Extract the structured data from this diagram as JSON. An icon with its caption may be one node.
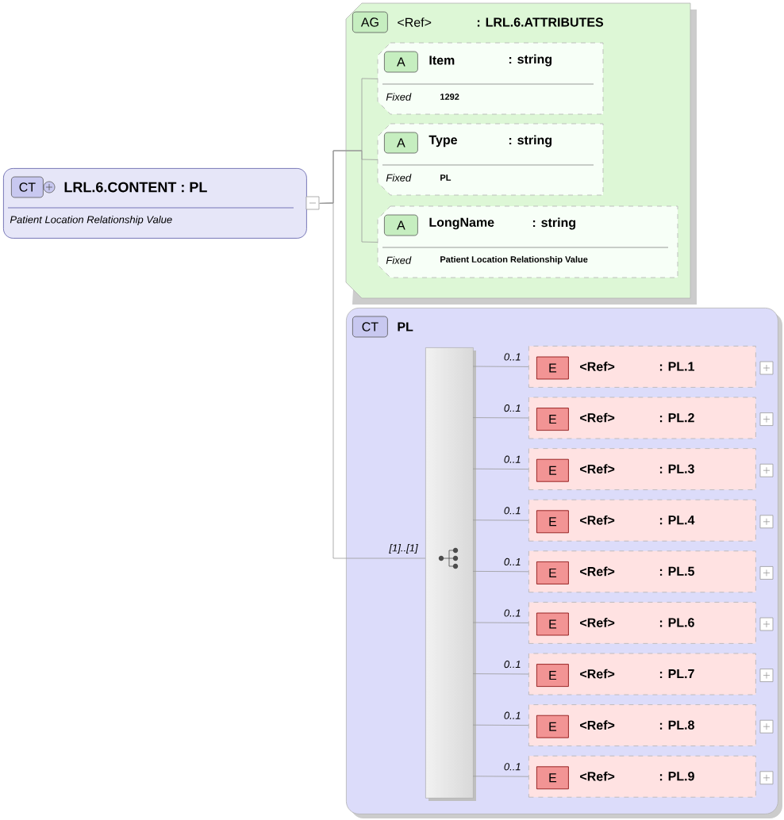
{
  "diagram": {
    "nodes": [
      {
        "text": [
          "CT",
          "LRL.6.CONTENT : PL",
          "Patient Location Relationship Value"
        ]
      },
      {
        "text": [
          "AG",
          "<Ref>",
          ": LRL.6.ATTRIBUTES"
        ]
      },
      {
        "text": [
          "A",
          "Item",
          ": string",
          "Fixed",
          "1292"
        ],
        "in": 1
      },
      {
        "text": [
          "A",
          "Type",
          ": string",
          "Fixed",
          "PL"
        ],
        "in": 1
      },
      {
        "text": [
          "A",
          "LongName",
          ": string",
          "Fixed",
          "Patient Location Relationship Value"
        ],
        "in": 1
      },
      {
        "text": [
          "CT",
          "PL"
        ]
      },
      {
        "text": [],
        "shape": "bar",
        "in": 5
      },
      {
        "text": [
          "E",
          "<Ref>",
          ": PL.1"
        ],
        "in": 5
      },
      {
        "text": [
          "E",
          "<Ref>",
          ": PL.2"
        ],
        "in": 5
      },
      {
        "text": [
          "E",
          "<Ref>",
          ": PL.3"
        ],
        "in": 5
      },
      {
        "text": [
          "E",
          "<Ref>",
          ": PL.4"
        ],
        "in": 5
      },
      {
        "text": [
          "E",
          "<Ref>",
          ": PL.5"
        ],
        "in": 5
      },
      {
        "text": [
          "E",
          "<Ref>",
          ": PL.6"
        ],
        "in": 5
      },
      {
        "text": [
          "E",
          "<Ref>",
          ": PL.7"
        ],
        "in": 5
      },
      {
        "text": [
          "E",
          "<Ref>",
          ": PL.8"
        ],
        "in": 5
      },
      {
        "text": [
          "E",
          "<Ref>",
          ": PL.9"
        ],
        "in": 5
      }
    ],
    "edges": [
      {
        "from": 0,
        "to": 2,
        "arrow": "none"
      },
      {
        "from": 0,
        "to": 3,
        "arrow": "none"
      },
      {
        "from": 0,
        "to": 4,
        "arrow": "none"
      },
      {
        "from": 0,
        "to": 6,
        "arrow": "none",
        "label": "[1]..[1]"
      },
      {
        "from": 6,
        "to": 7,
        "arrow": "none",
        "label": "0..1"
      },
      {
        "from": 6,
        "to": 8,
        "arrow": "none",
        "label": "0..1"
      },
      {
        "from": 6,
        "to": 9,
        "arrow": "none",
        "label": "0..1"
      },
      {
        "from": 6,
        "to": 10,
        "arrow": "none",
        "label": "0..1"
      },
      {
        "from": 6,
        "to": 11,
        "arrow": "none",
        "label": "0..1"
      },
      {
        "from": 6,
        "to": 12,
        "arrow": "none",
        "label": "0..1"
      },
      {
        "from": 6,
        "to": 13,
        "arrow": "none",
        "label": "0..1"
      },
      {
        "from": 6,
        "to": 14,
        "arrow": "none",
        "label": "0..1"
      },
      {
        "from": 6,
        "to": 15,
        "arrow": "none",
        "label": "0..1"
      }
    ]
  }
}
